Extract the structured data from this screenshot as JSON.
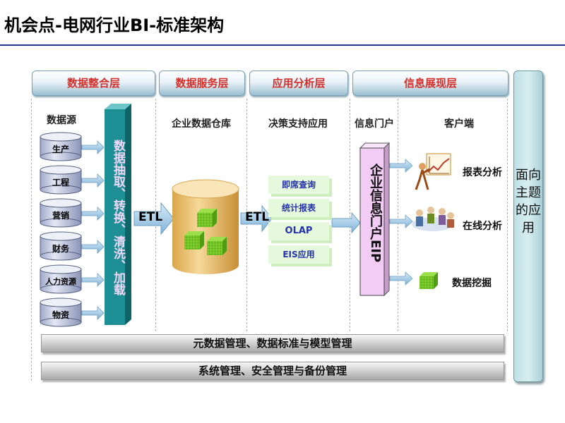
{
  "title": "机会点-电网行业BI-标准架构",
  "layers": [
    "数据整合层",
    "数据服务层",
    "应用分析层",
    "信息展现层"
  ],
  "data_source": {
    "label": "数据源",
    "items": [
      "生产",
      "工程",
      "营销",
      "财务",
      "人力资源",
      "物资"
    ]
  },
  "etl_bar_text": "数据抽取、转换、清洗、加载",
  "etl_label_1": "ETL",
  "etl_label_2": "ETL",
  "warehouse_label": "企业数据仓库",
  "decision": {
    "label": "决策支持应用",
    "items": [
      "即席查询",
      "统计报表",
      "OLAP",
      "EIS应用"
    ]
  },
  "portal": {
    "label": "信息门户",
    "box_text": "企业信息门户EIP"
  },
  "client": {
    "label": "客户端",
    "items": [
      "报表分析",
      "在线分析",
      "数据挖掘"
    ]
  },
  "side_panel_text": "面向主题的应用",
  "bottom_bars": [
    "元数据管理、数据标准与模型管理",
    "系统管理、安全管理与备份管理"
  ],
  "colors": {
    "layer_text": "#d4302b",
    "etl_bar": "#1e8f94",
    "portal_box": "#f2ccf5",
    "app_text": "#2432a8",
    "arrow": "#7fb2d8"
  }
}
